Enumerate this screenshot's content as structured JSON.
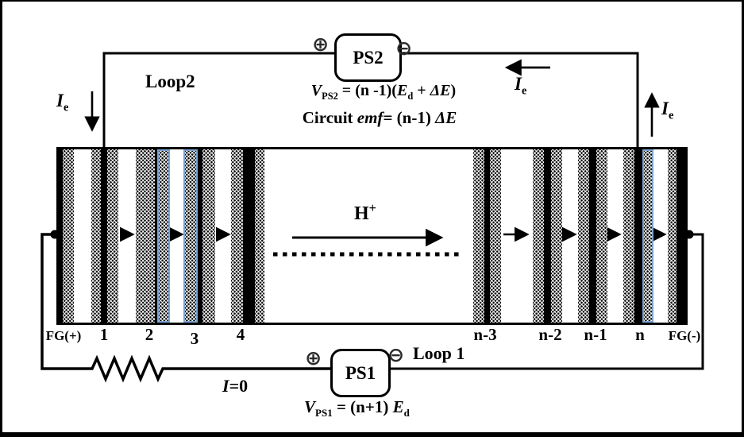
{
  "figure": {
    "loop2_label": "Loop2",
    "loop1_label": "Loop 1",
    "ps2_label": "PS2",
    "ps1_label": "PS1",
    "plus_terminal": "⊕",
    "minus_terminal": "⊖",
    "h_plus": {
      "base": "H",
      "sup": "+"
    },
    "ie": {
      "base": "I",
      "sub": "e"
    },
    "i_zero": {
      "base": "I",
      "rest": "=0"
    },
    "eq_vps2": {
      "v": "V",
      "v_sub": "PS2",
      "mid": " = (n -1)(",
      "e": "E",
      "e_sub": "d",
      "plus": " +  ",
      "delta": "ΔE",
      "close": ")"
    },
    "eq_emf": {
      "circuit": "Circuit ",
      "emf": "emf",
      "eq": "= (n-1) ",
      "delta": "ΔE"
    },
    "eq_vps1": {
      "v": "V",
      "v_sub": "PS1",
      "mid": " = (n+1) ",
      "e": "E",
      "e_sub": "d"
    },
    "cell_labels": [
      "FG(+)",
      "1",
      "2",
      "3",
      "4",
      "n-3",
      "n-2",
      "n-1",
      "n",
      "FG(-)"
    ]
  },
  "colors": {
    "ink": "#000000",
    "membrane_highlight": "#7ba3cf",
    "background": "#ffffff"
  }
}
